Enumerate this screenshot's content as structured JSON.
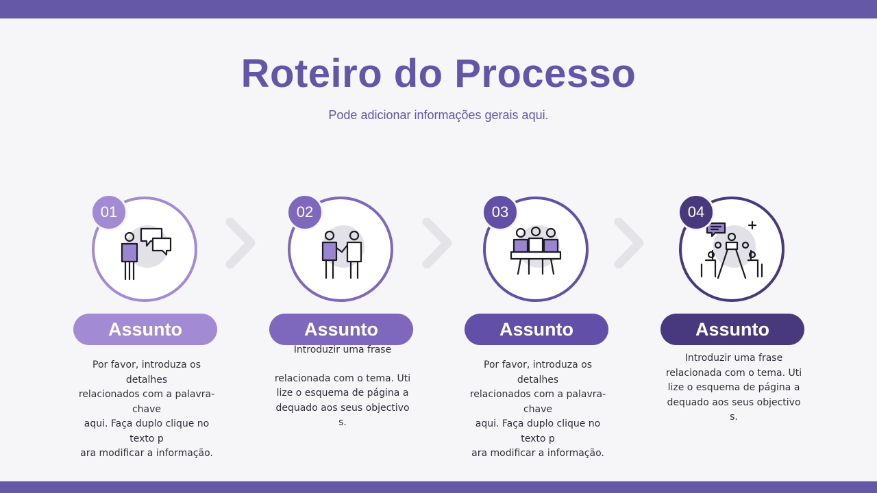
{
  "header": {
    "title": "Roteiro do Processo",
    "subtitle": "Pode adicionar informações gerais aqui."
  },
  "colors": {
    "bar": "#6559a7",
    "step1": "#a28bd4",
    "step2": "#7e68bd",
    "step3": "#614fa8",
    "step4": "#48387e",
    "icon_fill": "#9a85d0",
    "chevron": "#e4e4e8"
  },
  "steps": [
    {
      "number": "01",
      "label": "Assunto",
      "icon": "person-speech-bubbles-icon",
      "lines": [
        "Por favor, introduza os detalhes",
        "relacionados com a palavra-chave",
        "aqui. Faça duplo clique no texto p",
        "ara modificar a informação."
      ]
    },
    {
      "number": "02",
      "label": "Assunto",
      "icon": "handshake-icon",
      "lines_top": [
        "Introduzir uma frase"
      ],
      "lines": [
        "relacionada com o tema. Uti",
        "lize o esquema de página a",
        "dequado aos seus objectivo",
        "s."
      ]
    },
    {
      "number": "03",
      "label": "Assunto",
      "icon": "meeting-table-icon",
      "lines": [
        "Por favor, introduza os detalhes",
        "relacionados com a palavra-chave",
        "aqui. Faça duplo clique no texto p",
        "ara modificar a informação."
      ]
    },
    {
      "number": "04",
      "label": "Assunto",
      "icon": "conference-room-icon",
      "lines": [
        "Introduzir uma frase",
        "relacionada com o tema. Uti",
        "lize o esquema de página a",
        "dequado aos seus objectivo",
        "s."
      ]
    }
  ]
}
